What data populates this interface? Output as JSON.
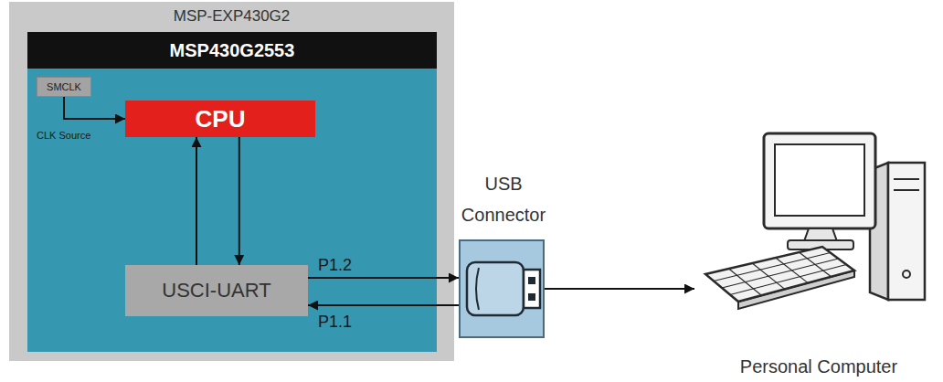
{
  "diagram": {
    "nodes": [
      {
        "text": [
          "MSP-EXP430G2"
        ]
      },
      {
        "text": [
          "MSP430G2553"
        ],
        "in": 0
      },
      {
        "text": [
          "SMCLK"
        ],
        "in": 1
      },
      {
        "text": [
          "CPU"
        ],
        "in": 1
      },
      {
        "text": [
          "USCI-UART"
        ],
        "in": 1
      },
      {
        "text": [
          "USB Connector"
        ]
      },
      {
        "text": [
          "Personal Computer"
        ]
      }
    ],
    "edges": [
      {
        "from": 2,
        "to": 3,
        "arrow": "to",
        "label": "CLK Source"
      },
      {
        "from": 4,
        "to": 3,
        "arrow": "to"
      },
      {
        "from": 3,
        "to": 4,
        "arrow": "to"
      },
      {
        "from": 4,
        "to": 5,
        "arrow": "to",
        "label": "P1.2"
      },
      {
        "from": 5,
        "to": 4,
        "arrow": "to",
        "label": "P1.1"
      },
      {
        "from": 5,
        "to": 6,
        "arrow": "to"
      }
    ]
  }
}
